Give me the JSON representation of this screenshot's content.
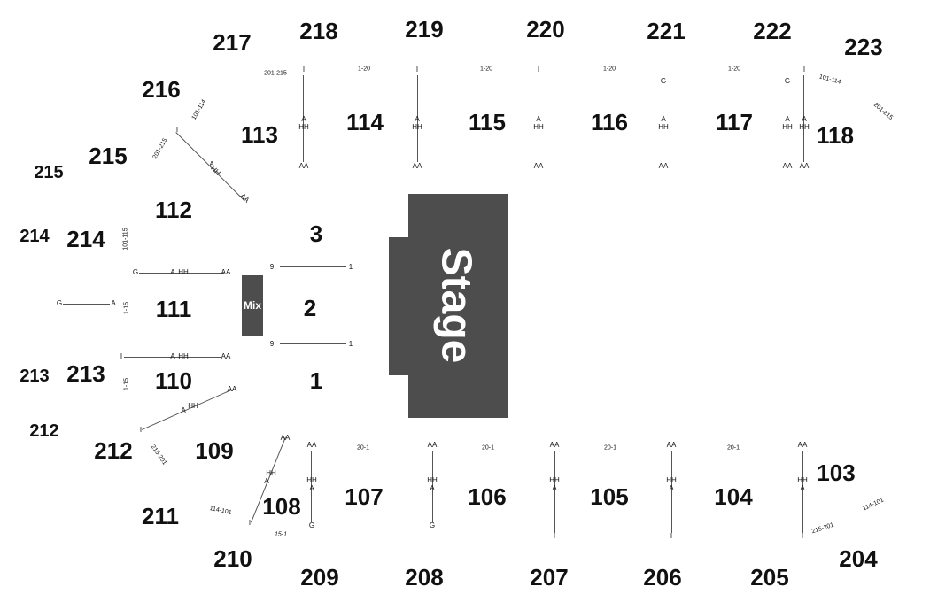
{
  "stage": {
    "label": "Stage",
    "color": "#4d4d4d"
  },
  "mix": {
    "label": "Mix"
  },
  "floor_sections": [
    "1",
    "2",
    "3"
  ],
  "sections_100": [
    "103",
    "104",
    "105",
    "106",
    "107",
    "108",
    "109",
    "110",
    "111",
    "112",
    "113",
    "114",
    "115",
    "116",
    "117",
    "118"
  ],
  "sections_200": [
    "204",
    "205",
    "206",
    "207",
    "208",
    "209",
    "210",
    "211",
    "212",
    "212",
    "213",
    "213",
    "214",
    "214",
    "215",
    "215",
    "216",
    "217",
    "218",
    "219",
    "220",
    "221",
    "222",
    "223"
  ],
  "row_labels": {
    "front_row": "AA",
    "a": "A",
    "hh": "HH",
    "g": "G",
    "i": "I",
    "floor_left": "9",
    "floor_right": "1",
    "seats_1_20": "1-20",
    "seats_20_1": "20-1",
    "seats_201_215": "201-215",
    "seats_215_201": "215-201",
    "seats_101_114": "101-114",
    "seats_114_101": "114-101",
    "seats_101_115": "101-115",
    "seats_1_15": "1-15",
    "seats_15_1": "15-1"
  }
}
